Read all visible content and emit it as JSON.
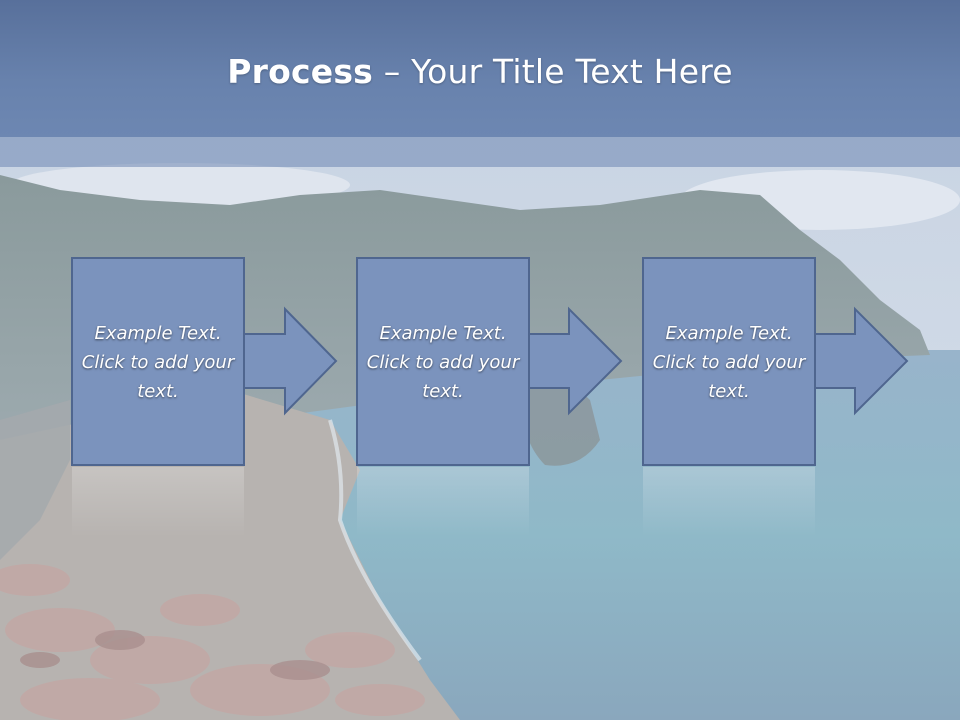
{
  "title": {
    "bold": "Process",
    "rest": " – Your Title Text Here"
  },
  "steps": [
    {
      "text": "Example Text. Click  to add your text."
    },
    {
      "text": "Example Text. Click  to add your text."
    },
    {
      "text": "Example Text. Click  to add your text."
    }
  ],
  "colors": {
    "title_band": "#6882ad",
    "box_fill": "#7b93bd",
    "box_border": "#4f668f"
  }
}
